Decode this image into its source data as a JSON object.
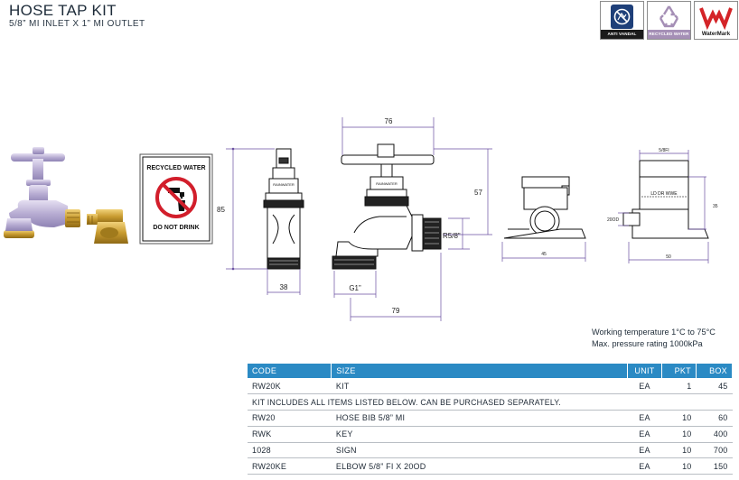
{
  "header": {
    "title": "HOSE TAP KIT",
    "subtitle": "5/8” MI INLET X 1” MI OUTLET"
  },
  "badges": [
    {
      "label": "ANTI VANDAL",
      "icon": "anti-vandal-icon",
      "color": "#1e3f79"
    },
    {
      "label": "RECYCLED WATER",
      "icon": "recycle-icon",
      "color": "#a58fb6"
    },
    {
      "label": "WaterMark",
      "icon": "watermark-icon",
      "color": "#d42428"
    }
  ],
  "sign": {
    "top_text": "RECYCLED WATER",
    "bottom_text": "DO NOT DRINK",
    "icon": "no-drinking-icon"
  },
  "drawing": {
    "dims": {
      "overall_width": "76",
      "height_left": "85",
      "height_right": "57",
      "base_width": "38",
      "outlet_thread": "G1”",
      "outlet_reach": "79",
      "inlet_thread": "R5/8”",
      "elbow_width": "45",
      "elbow_side_width": "50",
      "elbow_side_height": "35",
      "elbow_top": "5/8FI",
      "elbow_inlet": "20OD",
      "elbow_marking": "LD DR WWE"
    },
    "tap_marking": "RAINWATER"
  },
  "specs": {
    "working_temperature": "Working temperature 1°C to 75°C",
    "max_pressure": "Max. pressure rating 1000kPa"
  },
  "table": {
    "headers": {
      "code": "CODE",
      "size": "SIZE",
      "unit": "UNIT",
      "pkt": "PKT",
      "box": "BOX"
    },
    "kit_row": {
      "code": "RW20K",
      "size": "KIT",
      "unit": "EA",
      "pkt": "1",
      "box": "45"
    },
    "note": "KIT INCLUDES ALL ITEMS LISTED BELOW. CAN BE PURCHASED SEPARATELY.",
    "items": [
      {
        "code": "RW20",
        "size": "HOSE BIB 5/8” MI",
        "unit": "EA",
        "pkt": "10",
        "box": "60"
      },
      {
        "code": "RWK",
        "size": "KEY",
        "unit": "EA",
        "pkt": "10",
        "box": "400"
      },
      {
        "code": "1028",
        "size": "SIGN",
        "unit": "EA",
        "pkt": "10",
        "box": "700"
      },
      {
        "code": "RW20KE",
        "size": "ELBOW 5/8” FI X 20OD",
        "unit": "EA",
        "pkt": "10",
        "box": "150"
      }
    ],
    "header_color": "#2b8ac4"
  }
}
